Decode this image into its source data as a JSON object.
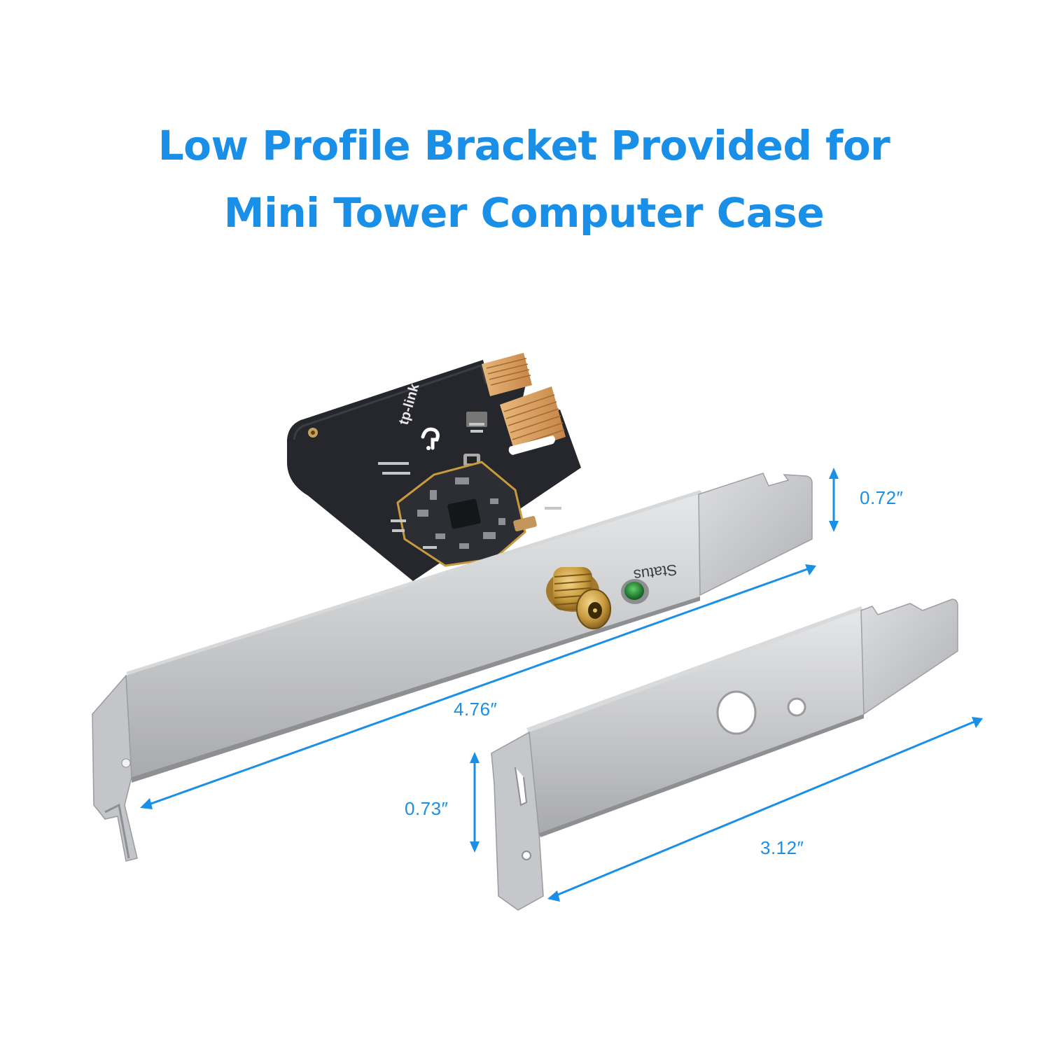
{
  "headline": {
    "line1": "Low Profile Bracket Provided for",
    "line2": "Mini Tower Computer Case"
  },
  "card": {
    "brand_logo_text": "tp-link",
    "led_label": "Status"
  },
  "dimensions": {
    "full_bracket_tab_height": "0.72″",
    "full_bracket_length": "4.76″",
    "low_profile_tab_height": "0.73″",
    "low_profile_length": "3.12″"
  },
  "colors": {
    "accent": "#1a8fe8",
    "pcb": "#2a2c31",
    "metal": "#c9cacc",
    "gold": "#d79a5c"
  }
}
